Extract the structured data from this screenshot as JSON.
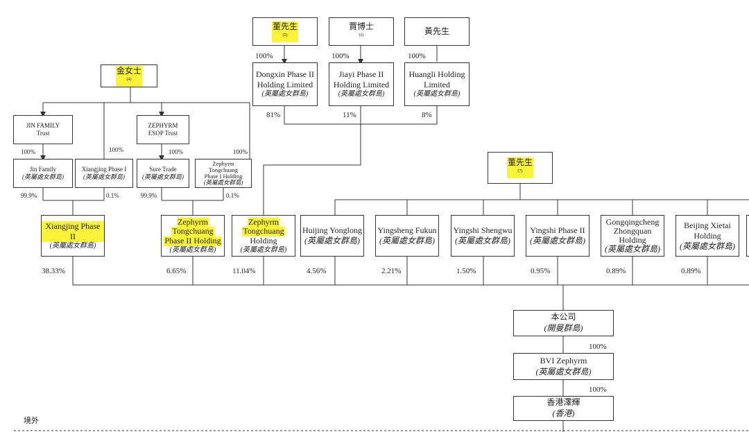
{
  "boxes": {
    "ms_jin": {
      "name": "金女士",
      "note": "(4)"
    },
    "mr_dong_top": {
      "name": "董先生",
      "note": "(5)"
    },
    "dr_jia": {
      "name": "賈博士",
      "note": "(6)"
    },
    "mr_huang": {
      "name": "黃先生"
    },
    "mr_dong_mid": {
      "name": "董先生",
      "note": "(7)"
    },
    "jin_family_trust": {
      "line1": "JIN FAMILY",
      "line2": "Trust"
    },
    "zephyrm_esop": {
      "line1": "ZEPHYRM",
      "line2": "ESOP Trust"
    },
    "jin_family": {
      "line1": "Jin Family",
      "juris": "(英屬處女群島)"
    },
    "xiangjing_p1": {
      "line1": "Xiangjing Phase I",
      "juris": "(英屬處女群島)"
    },
    "sure_trade": {
      "line1": "Sure Trade",
      "juris": "(英屬處女群島)"
    },
    "zt_phase1": {
      "line1": "Zephyrm",
      "line2": "Tongchuang",
      "line3": "Phase I Holding",
      "juris": "(英屬處女群島)"
    },
    "dongxin": {
      "line1": "Dongxin Phase II",
      "line2": "Holding Limited",
      "juris": "(英屬處女群島)"
    },
    "jiayi": {
      "line1": "Jiayi Phase II",
      "line2": "Holding Limited",
      "juris": "(英屬處女群島)"
    },
    "huangli": {
      "line1": "Huangli Holding",
      "line2": "Limited",
      "juris": "(英屬處女群島)"
    },
    "xiangjing_p2": {
      "line1": "Xiangjing Phase II",
      "juris": "(英屬處女群島)"
    },
    "zt_phase2": {
      "line1": "Zephyrm",
      "line2": "Tongchuang",
      "line3": "Phase II Holding",
      "juris": "(英屬處女群島)"
    },
    "zt_holding": {
      "line1": "Zephyrm",
      "line2": "Tongchuang",
      "line3": "Holding",
      "juris": "(英屬處女群島)"
    },
    "huijing": {
      "line1": "Huijing Yonglong",
      "juris": "(英屬處女群島)"
    },
    "yingsheng": {
      "line1": "Yingsheng Fukun",
      "juris": "(英屬處女群島)"
    },
    "yingshi_sw": {
      "line1": "Yingshi Shengwu",
      "juris": "(英屬處女群島)"
    },
    "yingshi_p2": {
      "line1": "Yingshi Phase II",
      "juris": "(英屬處女群島)"
    },
    "gongqing": {
      "line1": "Gongqingcheng",
      "line2": "Zhongquan",
      "line3": "Holding",
      "juris": "(英屬處女群島)"
    },
    "beijing": {
      "line1": "Beijing Xietai",
      "line2": "Holding",
      "juris": "(英屬處女群島)"
    },
    "company": {
      "line1": "本公司",
      "juris": "(開曼群島)"
    },
    "bvi": {
      "line1": "BVI Zephyrm",
      "juris": "(英屬處女群島)"
    },
    "hk": {
      "line1": "香港澤輝",
      "juris": "(香港)"
    }
  },
  "percentages": {
    "dong_to_dongxin": "100%",
    "jia_to_jiayi": "100%",
    "huang_to_huangli": "100%",
    "dongxin_share": "81%",
    "jiayi_share": "11%",
    "huangli_share": "8%",
    "trust_to_jinfamily": "100%",
    "jin_to_xiangjing1": "100%",
    "esop_to_suretrade": "100%",
    "jin_to_ztphase1": "100%",
    "jinfamily_share": "99.9%",
    "xiangjing1_share": "0.1%",
    "suretrade_share": "99.9%",
    "ztphase1_share": "0.1%",
    "xiangjing2_share": "38.33%",
    "ztphase2_share": "6.65%",
    "ztholding_share": "11.04%",
    "huijing_share": "4.56%",
    "yingsheng_share": "2.21%",
    "yingshi_sw_share": "1.50%",
    "yingshi_p2_share": "0.95%",
    "gongqing_share": "0.89%",
    "beijing_share": "0.89%",
    "company_to_bvi": "100%",
    "bvi_to_hk": "100%"
  },
  "offshore_label": "境外",
  "colors": {
    "highlight": "#fbf33a",
    "line": "#333333"
  }
}
